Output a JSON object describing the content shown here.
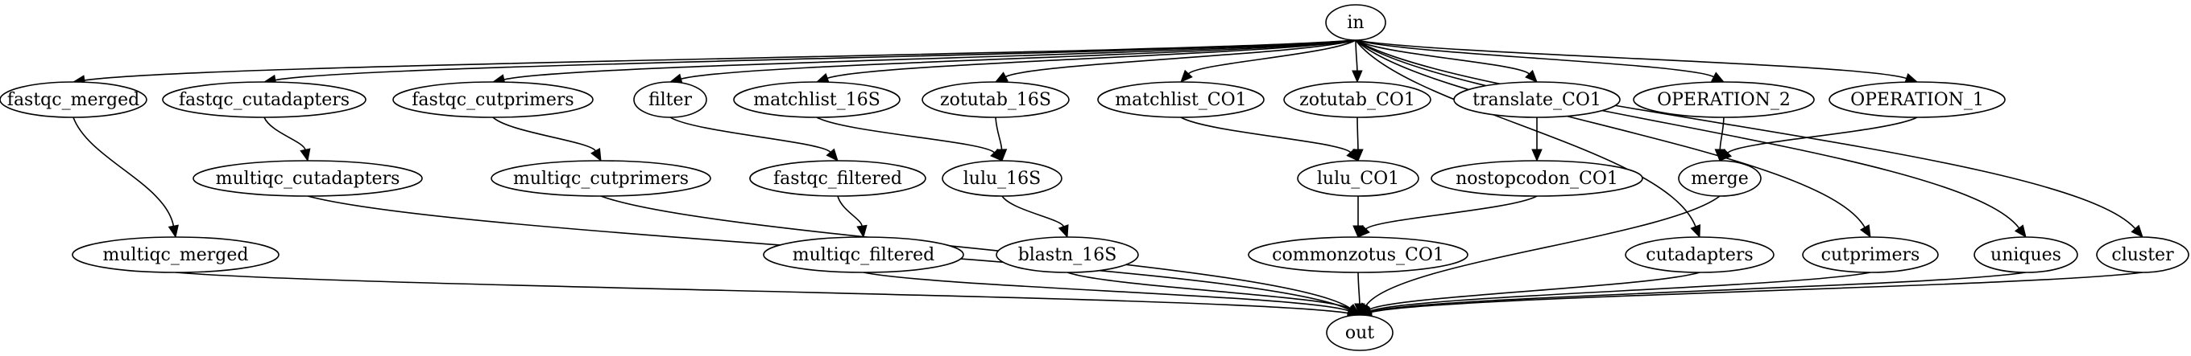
{
  "graph": {
    "nodes": [
      {
        "id": "in",
        "label": "in"
      },
      {
        "id": "fastqc_merged",
        "label": "fastqc_merged"
      },
      {
        "id": "fastqc_cutadapters",
        "label": "fastqc_cutadapters"
      },
      {
        "id": "fastqc_cutprimers",
        "label": "fastqc_cutprimers"
      },
      {
        "id": "filter",
        "label": "filter"
      },
      {
        "id": "matchlist_16S",
        "label": "matchlist_16S"
      },
      {
        "id": "zotutab_16S",
        "label": "zotutab_16S"
      },
      {
        "id": "matchlist_CO1",
        "label": "matchlist_CO1"
      },
      {
        "id": "zotutab_CO1",
        "label": "zotutab_CO1"
      },
      {
        "id": "translate_CO1",
        "label": "translate_CO1"
      },
      {
        "id": "OPERATION_2",
        "label": "OPERATION_2"
      },
      {
        "id": "OPERATION_1",
        "label": "OPERATION_1"
      },
      {
        "id": "multiqc_cutadapters",
        "label": "multiqc_cutadapters"
      },
      {
        "id": "multiqc_cutprimers",
        "label": "multiqc_cutprimers"
      },
      {
        "id": "fastqc_filtered",
        "label": "fastqc_filtered"
      },
      {
        "id": "lulu_16S",
        "label": "lulu_16S"
      },
      {
        "id": "lulu_CO1",
        "label": "lulu_CO1"
      },
      {
        "id": "nostopcodon_CO1",
        "label": "nostopcodon_CO1"
      },
      {
        "id": "merge",
        "label": "merge"
      },
      {
        "id": "multiqc_merged",
        "label": "multiqc_merged"
      },
      {
        "id": "multiqc_filtered",
        "label": "multiqc_filtered"
      },
      {
        "id": "blastn_16S",
        "label": "blastn_16S"
      },
      {
        "id": "commonzotus_CO1",
        "label": "commonzotus_CO1"
      },
      {
        "id": "cutadapters",
        "label": "cutadapters"
      },
      {
        "id": "cutprimers",
        "label": "cutprimers"
      },
      {
        "id": "uniques",
        "label": "uniques"
      },
      {
        "id": "cluster",
        "label": "cluster"
      },
      {
        "id": "out",
        "label": "out"
      }
    ],
    "edges": [
      [
        "in",
        "fastqc_merged"
      ],
      [
        "in",
        "fastqc_cutadapters"
      ],
      [
        "in",
        "fastqc_cutprimers"
      ],
      [
        "in",
        "filter"
      ],
      [
        "in",
        "matchlist_16S"
      ],
      [
        "in",
        "zotutab_16S"
      ],
      [
        "in",
        "matchlist_CO1"
      ],
      [
        "in",
        "zotutab_CO1"
      ],
      [
        "in",
        "translate_CO1"
      ],
      [
        "in",
        "OPERATION_2"
      ],
      [
        "in",
        "OPERATION_1"
      ],
      [
        "in",
        "cutadapters"
      ],
      [
        "in",
        "cutprimers"
      ],
      [
        "in",
        "uniques"
      ],
      [
        "in",
        "cluster"
      ],
      [
        "fastqc_merged",
        "multiqc_merged"
      ],
      [
        "fastqc_cutadapters",
        "multiqc_cutadapters"
      ],
      [
        "fastqc_cutprimers",
        "multiqc_cutprimers"
      ],
      [
        "filter",
        "fastqc_filtered"
      ],
      [
        "matchlist_16S",
        "lulu_16S"
      ],
      [
        "zotutab_16S",
        "lulu_16S"
      ],
      [
        "matchlist_CO1",
        "lulu_CO1"
      ],
      [
        "zotutab_CO1",
        "lulu_CO1"
      ],
      [
        "translate_CO1",
        "nostopcodon_CO1"
      ],
      [
        "OPERATION_2",
        "merge"
      ],
      [
        "OPERATION_1",
        "merge"
      ],
      [
        "fastqc_filtered",
        "multiqc_filtered"
      ],
      [
        "lulu_16S",
        "blastn_16S"
      ],
      [
        "lulu_CO1",
        "commonzotus_CO1"
      ],
      [
        "nostopcodon_CO1",
        "commonzotus_CO1"
      ],
      [
        "multiqc_merged",
        "out"
      ],
      [
        "multiqc_cutadapters",
        "out"
      ],
      [
        "multiqc_cutprimers",
        "out"
      ],
      [
        "multiqc_filtered",
        "out"
      ],
      [
        "blastn_16S",
        "out"
      ],
      [
        "commonzotus_CO1",
        "out"
      ],
      [
        "merge",
        "out"
      ],
      [
        "cutadapters",
        "out"
      ],
      [
        "cutprimers",
        "out"
      ],
      [
        "uniques",
        "out"
      ],
      [
        "cluster",
        "out"
      ]
    ]
  }
}
